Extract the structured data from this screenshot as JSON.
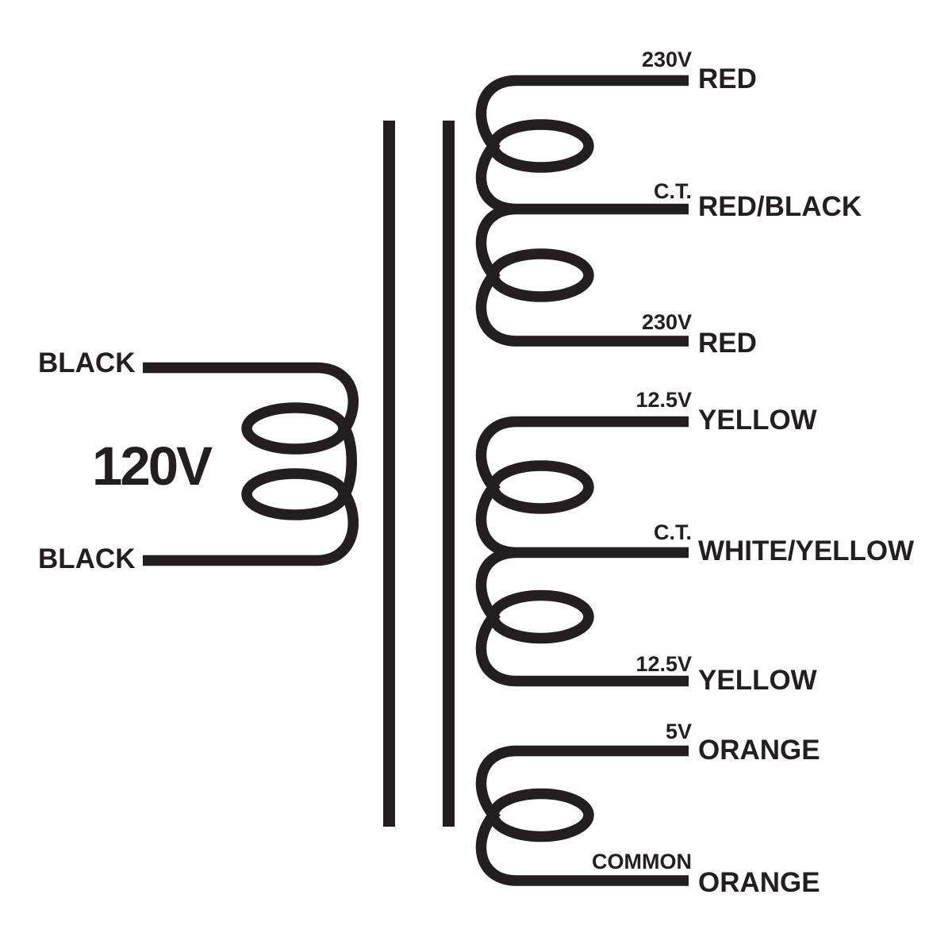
{
  "colors": {
    "ink": "#231f20",
    "background": "#ffffff"
  },
  "primary": {
    "lead_top": "BLACK",
    "voltage": "120V",
    "lead_bottom": "BLACK"
  },
  "secondary": {
    "windings": [
      {
        "taps": [
          {
            "label": "230V",
            "wire": "RED"
          },
          {
            "label": "C.T.",
            "wire": "RED/BLACK"
          },
          {
            "label": "230V",
            "wire": "RED"
          }
        ]
      },
      {
        "taps": [
          {
            "label": "12.5V",
            "wire": "YELLOW"
          },
          {
            "label": "C.T.",
            "wire": "WHITE/YELLOW"
          },
          {
            "label": "12.5V",
            "wire": "YELLOW"
          }
        ]
      },
      {
        "taps": [
          {
            "label": "5V",
            "wire": "ORANGE"
          },
          {
            "label": "COMMON",
            "wire": "ORANGE"
          }
        ]
      }
    ]
  }
}
